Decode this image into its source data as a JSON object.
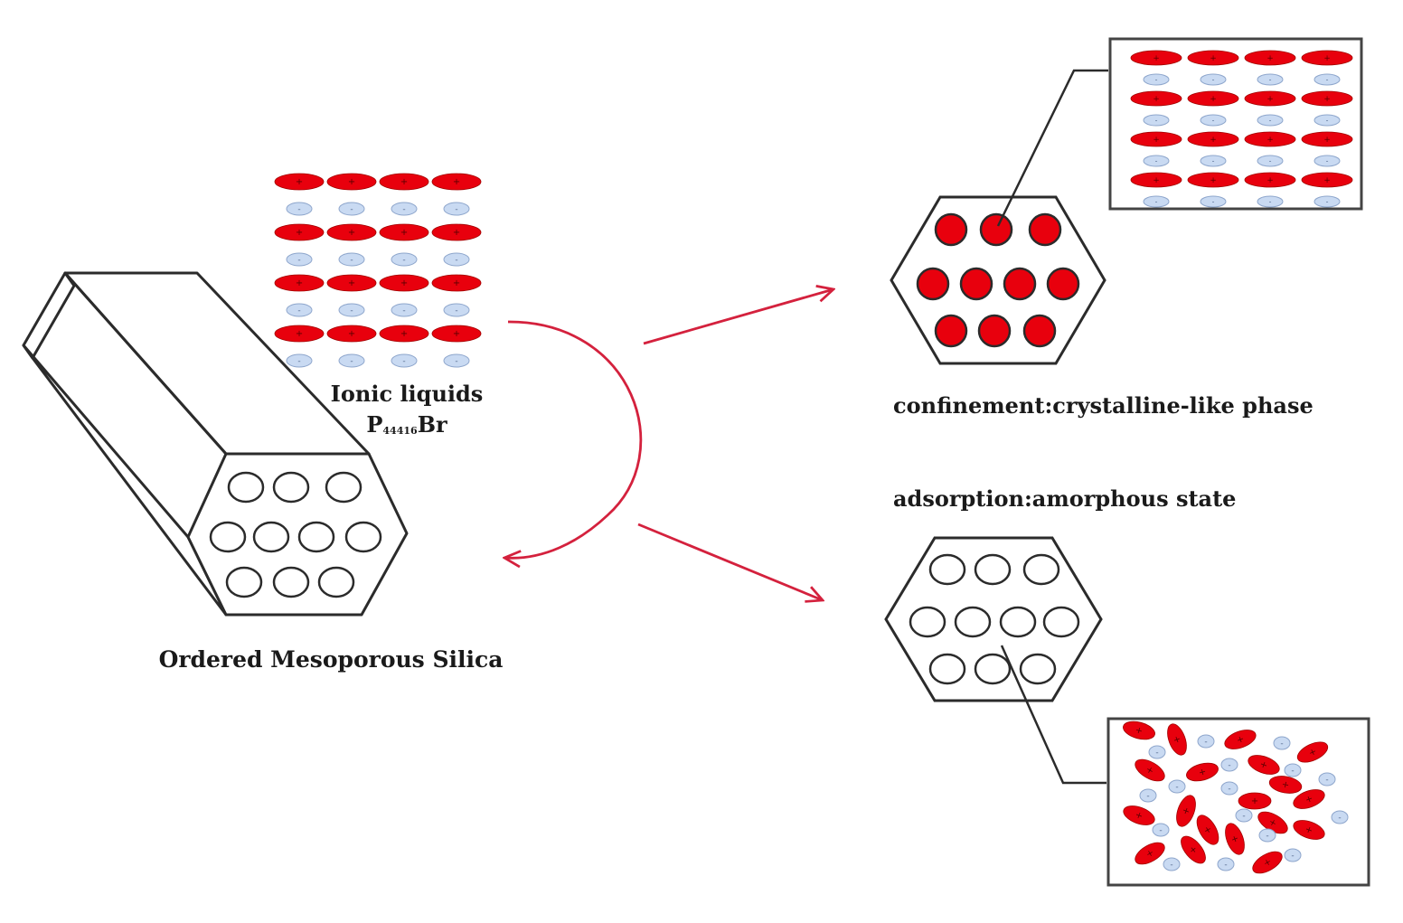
{
  "labels": {
    "ionic_liquids_line1": "Ionic liquids",
    "ionic_liquids_formula_main": "P",
    "ionic_liquids_formula_sub": "44416",
    "ionic_liquids_formula_end": "Br",
    "silica": "Ordered Mesoporous Silica",
    "confinement": "confinement:crystalline-like phase",
    "adsorption": "adsorption:amorphous state"
  },
  "ion_symbols": {
    "cation": "+",
    "anion": "-"
  },
  "colors": {
    "cation": "#e8000d",
    "anion_fill": "#c9daf2",
    "anion_stroke": "#8ea6cc",
    "arrow": "#d4213d",
    "outline": "#2b2b2b"
  }
}
